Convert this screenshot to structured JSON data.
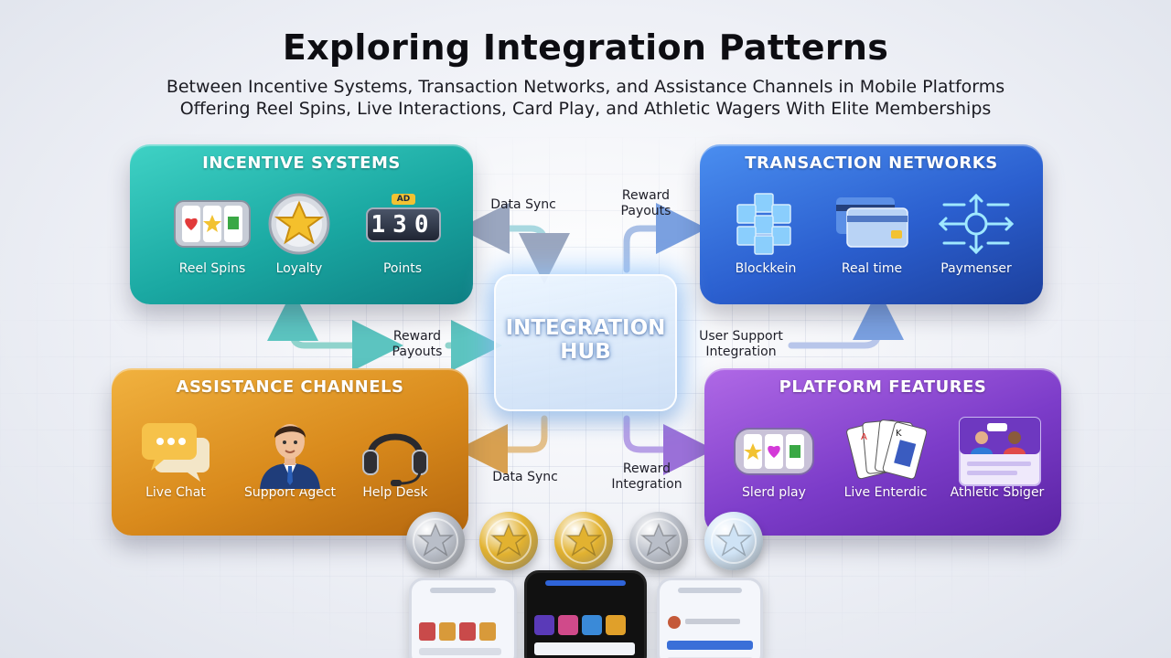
{
  "header": {
    "title": "Exploring Integration Patterns",
    "subtitle_line1": "Between Incentive Systems, Transaction Networks, and Assistance Channels in Mobile Platforms",
    "subtitle_line2": "Offering Reel Spins, Live Interactions, Card Play, and Athletic Wagers With Elite Memberships"
  },
  "panels": {
    "incentive": {
      "title": "INCENTIVE SYSTEMS",
      "color": "#1aa8a2",
      "items": [
        {
          "label": "Reel Spins",
          "icon": "slot-reels-icon"
        },
        {
          "label": "Loyalty",
          "icon": "star-badge-icon"
        },
        {
          "label": "Points",
          "icon": "points-counter-icon",
          "counter": "130",
          "counter_tag": "AD"
        }
      ]
    },
    "transaction": {
      "title": "TRANSACTION NETWORKS",
      "color": "#2b5fcf",
      "items": [
        {
          "label": "Blockkein",
          "icon": "blockchain-cubes-icon"
        },
        {
          "label": "Real time",
          "icon": "credit-cards-icon"
        },
        {
          "label": "Paymenser",
          "icon": "payment-arrows-icon"
        }
      ]
    },
    "assistance": {
      "title": "ASSISTANCE CHANNELS",
      "color": "#d98a1c",
      "items": [
        {
          "label": "Live Chat",
          "icon": "chat-bubbles-icon"
        },
        {
          "label": "Support Agect",
          "icon": "agent-avatar-icon"
        },
        {
          "label": "Help Desk",
          "icon": "headset-icon"
        }
      ]
    },
    "features": {
      "title": "PLATFORM FEATURES",
      "color": "#7c3cc9",
      "items": [
        {
          "label": "Slerd play",
          "icon": "slot-machine-icon"
        },
        {
          "label": "Live Enterdic",
          "icon": "playing-cards-icon"
        },
        {
          "label": "Athletic Sbiger",
          "icon": "live-video-icon"
        }
      ]
    }
  },
  "hub": {
    "line1": "INTEGRATION",
    "line2": "HUB"
  },
  "flows": {
    "data_sync_top": "Data Sync",
    "reward_payouts_top_line1": "Reward",
    "reward_payouts_top_line2": "Payouts",
    "reward_payouts_mid_line1": "Reward",
    "reward_payouts_mid_line2": "Payouts",
    "user_support_line1": "User Support",
    "user_support_line2": "Integration",
    "data_sync_bottom": "Data Sync",
    "reward_integration_line1": "Reward",
    "reward_integration_line2": "Integration"
  },
  "coins": [
    {
      "name": "silver-coin",
      "color": "#b9bec8"
    },
    {
      "name": "gold-coin",
      "color": "#e2b230"
    },
    {
      "name": "gold-coin",
      "color": "#e2b230"
    },
    {
      "name": "silver-coin",
      "color": "#b9bec8"
    },
    {
      "name": "platinum-coin",
      "color": "#cfe3f5"
    }
  ]
}
